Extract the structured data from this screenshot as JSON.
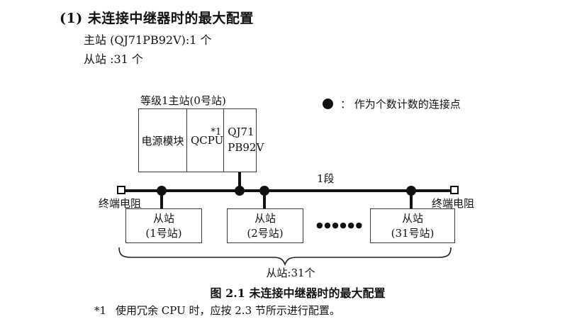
{
  "header": {
    "title": "(1) 未连接中继器时的最大配置",
    "master_line": "主站 (QJ71PB92V):1 个",
    "slave_line": "从站 :31 个"
  },
  "diagram": {
    "master": {
      "label": "等级1主站(0号站)",
      "power": "电源模块",
      "cpu": "QCPU",
      "cpu_note": "*1",
      "pb_line1": "QJ71",
      "pb_line2": "PB92V"
    },
    "legend_text": "：  作为个数计数的连接点",
    "segment_label": "1段",
    "terminator_left": "终端电阻",
    "terminator_right": "终端电阻",
    "slaves": [
      {
        "line1": "从站",
        "line2": "(1号站)"
      },
      {
        "line1": "从站",
        "line2": "(2号站)"
      },
      {
        "line1": "从站",
        "line2": "(31号站)"
      }
    ],
    "ellipsis": "●●●●●●",
    "brace_label": "从站:31个"
  },
  "caption": "图 2.1 未连接中继器时的最大配置",
  "footnote": {
    "marker": "*1",
    "text": "使用冗余 CPU 时，应按 2.3 节所示进行配置。"
  },
  "colors": {
    "background": "#ffffff",
    "line": "#111111",
    "box_border": "#3a3a3a",
    "text": "#111111"
  }
}
